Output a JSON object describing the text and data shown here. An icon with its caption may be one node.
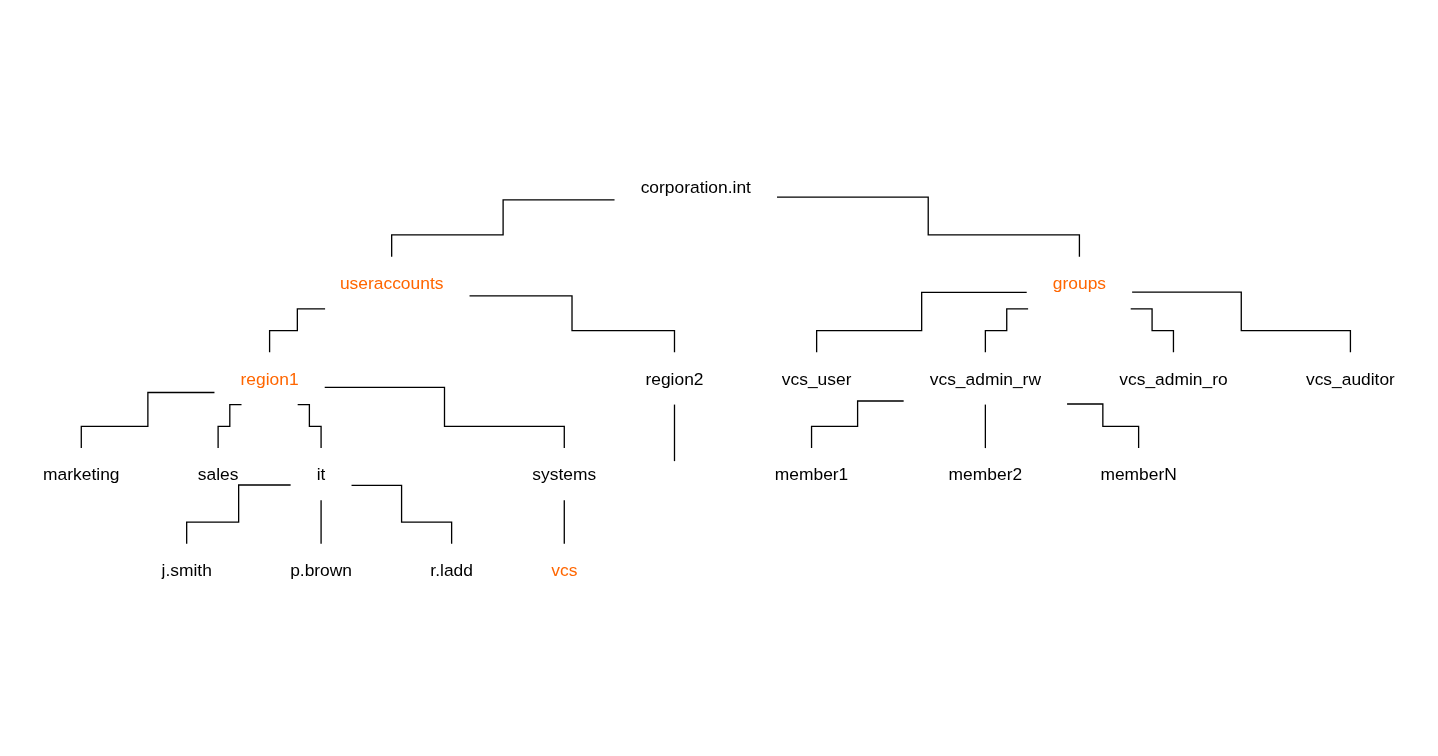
{
  "diagram": {
    "nodes": [
      {
        "text": [
          "corporation.int"
        ]
      },
      {
        "text": [
          "useraccounts"
        ]
      },
      {
        "text": [
          "groups"
        ]
      },
      {
        "text": [
          "region1"
        ]
      },
      {
        "text": [
          "region2"
        ]
      },
      {
        "text": [
          "vcs_user"
        ]
      },
      {
        "text": [
          "vcs_admin_rw"
        ]
      },
      {
        "text": [
          "vcs_admin_ro"
        ]
      },
      {
        "text": [
          "vcs_auditor"
        ]
      },
      {
        "text": [
          "marketing"
        ]
      },
      {
        "text": [
          "sales"
        ]
      },
      {
        "text": [
          "it"
        ]
      },
      {
        "text": [
          "systems"
        ]
      },
      {
        "text": [
          "member1"
        ]
      },
      {
        "text": [
          "member2"
        ]
      },
      {
        "text": [
          "memberN"
        ]
      },
      {
        "text": [
          "vcs"
        ]
      },
      {
        "text": [
          "j.smith"
        ]
      },
      {
        "text": [
          "p.brown"
        ]
      },
      {
        "text": [
          "r.ladd"
        ]
      }
    ],
    "edges": [
      {
        "from": 0,
        "to": 1,
        "arrow": "none"
      },
      {
        "from": 0,
        "to": 2,
        "arrow": "none"
      },
      {
        "from": 1,
        "to": 3,
        "arrow": "none"
      },
      {
        "from": 1,
        "to": 4,
        "arrow": "none"
      },
      {
        "from": 2,
        "to": 5,
        "arrow": "none"
      },
      {
        "from": 2,
        "to": 6,
        "arrow": "none"
      },
      {
        "from": 2,
        "to": 7,
        "arrow": "none"
      },
      {
        "from": 2,
        "to": 8,
        "arrow": "none"
      },
      {
        "from": 3,
        "to": 9,
        "arrow": "none"
      },
      {
        "from": 3,
        "to": 10,
        "arrow": "none"
      },
      {
        "from": 3,
        "to": 11,
        "arrow": "none"
      },
      {
        "from": 3,
        "to": 12,
        "arrow": "none"
      },
      {
        "from": 4,
        "to": null,
        "arrow": "none"
      },
      {
        "from": 6,
        "to": 13,
        "arrow": "none"
      },
      {
        "from": 6,
        "to": 14,
        "arrow": "none"
      },
      {
        "from": 6,
        "to": 15,
        "arrow": "none"
      },
      {
        "from": 12,
        "to": 16,
        "arrow": "none"
      },
      {
        "from": 11,
        "to": 17,
        "arrow": "none"
      },
      {
        "from": 11,
        "to": 18,
        "arrow": "none"
      },
      {
        "from": 11,
        "to": 19,
        "arrow": "none"
      }
    ]
  }
}
